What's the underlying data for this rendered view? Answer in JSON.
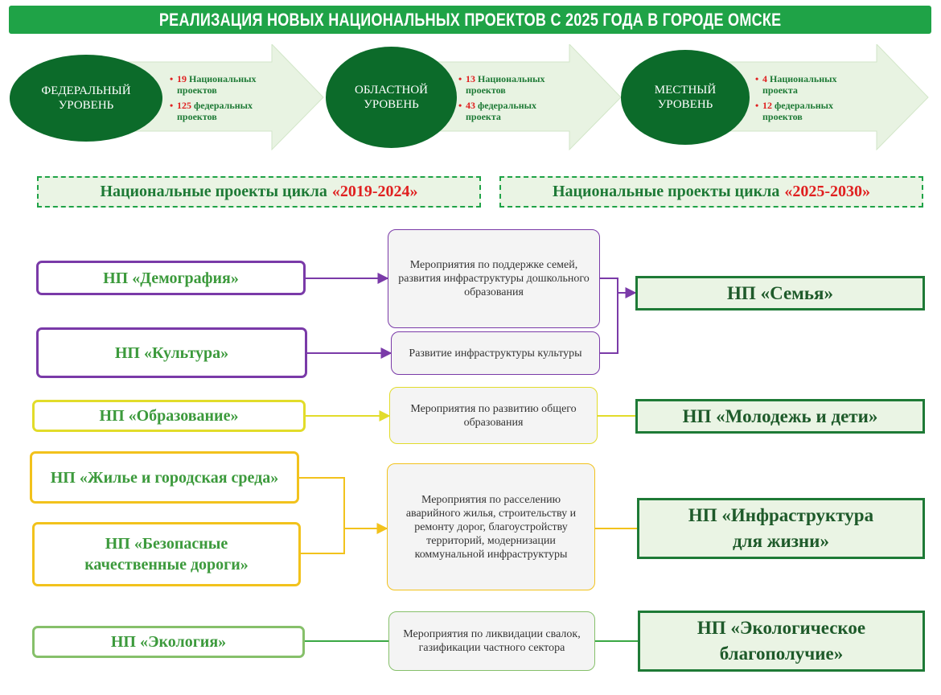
{
  "title": "РЕАЛИЗАЦИЯ НОВЫХ НАЦИОНАЛЬНЫХ ПРОЕКТОВ С 2025 ГОДА В ГОРОДЕ ОМСКЕ",
  "levels": [
    {
      "name_line1": "ФЕДЕРАЛЬНЫЙ",
      "name_line2": "УРОВЕНЬ",
      "stat1_num": "19",
      "stat1_text": "Национальных проектов",
      "stat2_num": "125",
      "stat2_text": "федеральных проектов"
    },
    {
      "name_line1": "ОБЛАСТНОЙ",
      "name_line2": "УРОВЕНЬ",
      "stat1_num": "13",
      "stat1_text": "Национальных проектов",
      "stat2_num": "43",
      "stat2_text": "федеральных проекта"
    },
    {
      "name_line1": "МЕСТНЫЙ",
      "name_line2": "УРОВЕНЬ",
      "stat1_num": "4",
      "stat1_text": "Национальных проекта",
      "stat2_num": "12",
      "stat2_text": "федеральных проектов"
    }
  ],
  "cycles": [
    {
      "label": "Национальные проекты цикла",
      "years": "«2019-2024»"
    },
    {
      "label": "Национальные проекты цикла",
      "years": "«2025-2030»"
    }
  ],
  "sources": [
    {
      "label": "НП «Демография»"
    },
    {
      "label": "НП «Культура»"
    },
    {
      "label": "НП «Образование»"
    },
    {
      "label": "НП «Жилье и городская среда»"
    },
    {
      "label": "НП «Безопасные качественные дороги»"
    },
    {
      "label": "НП «Экология»"
    }
  ],
  "measures": [
    {
      "text": "Мероприятия по поддержке семей, развития инфраструктуры дошкольного образования"
    },
    {
      "text": "Развитие инфраструктуры культуры"
    },
    {
      "text": "Мероприятия по развитию общего образования"
    },
    {
      "text": "Мероприятия по расселению аварийного жилья, строительству и ремонту дорог, благоустройству территорий, модернизации коммунальной инфраструктуры"
    },
    {
      "text": "Мероприятия по ликвидации свалок, газификации частного сектора"
    }
  ],
  "results": [
    {
      "label": "НП «Семья»"
    },
    {
      "label": "НП «Молодежь и дети»"
    },
    {
      "label": "НП «Инфраструктура для жизни»"
    },
    {
      "label": "НП «Экологическое благополучие»"
    }
  ],
  "colors": {
    "banner": "#1fa347",
    "ellipse": "#0c6b2a",
    "arrow_fill": "#e8f3e2",
    "accent_red": "#e02020",
    "purple": "#7a3aa8",
    "yellow": "#e2dc2a",
    "gold": "#f2c21c",
    "green": "#4ea34e",
    "dark_green": "#1e7a36"
  }
}
